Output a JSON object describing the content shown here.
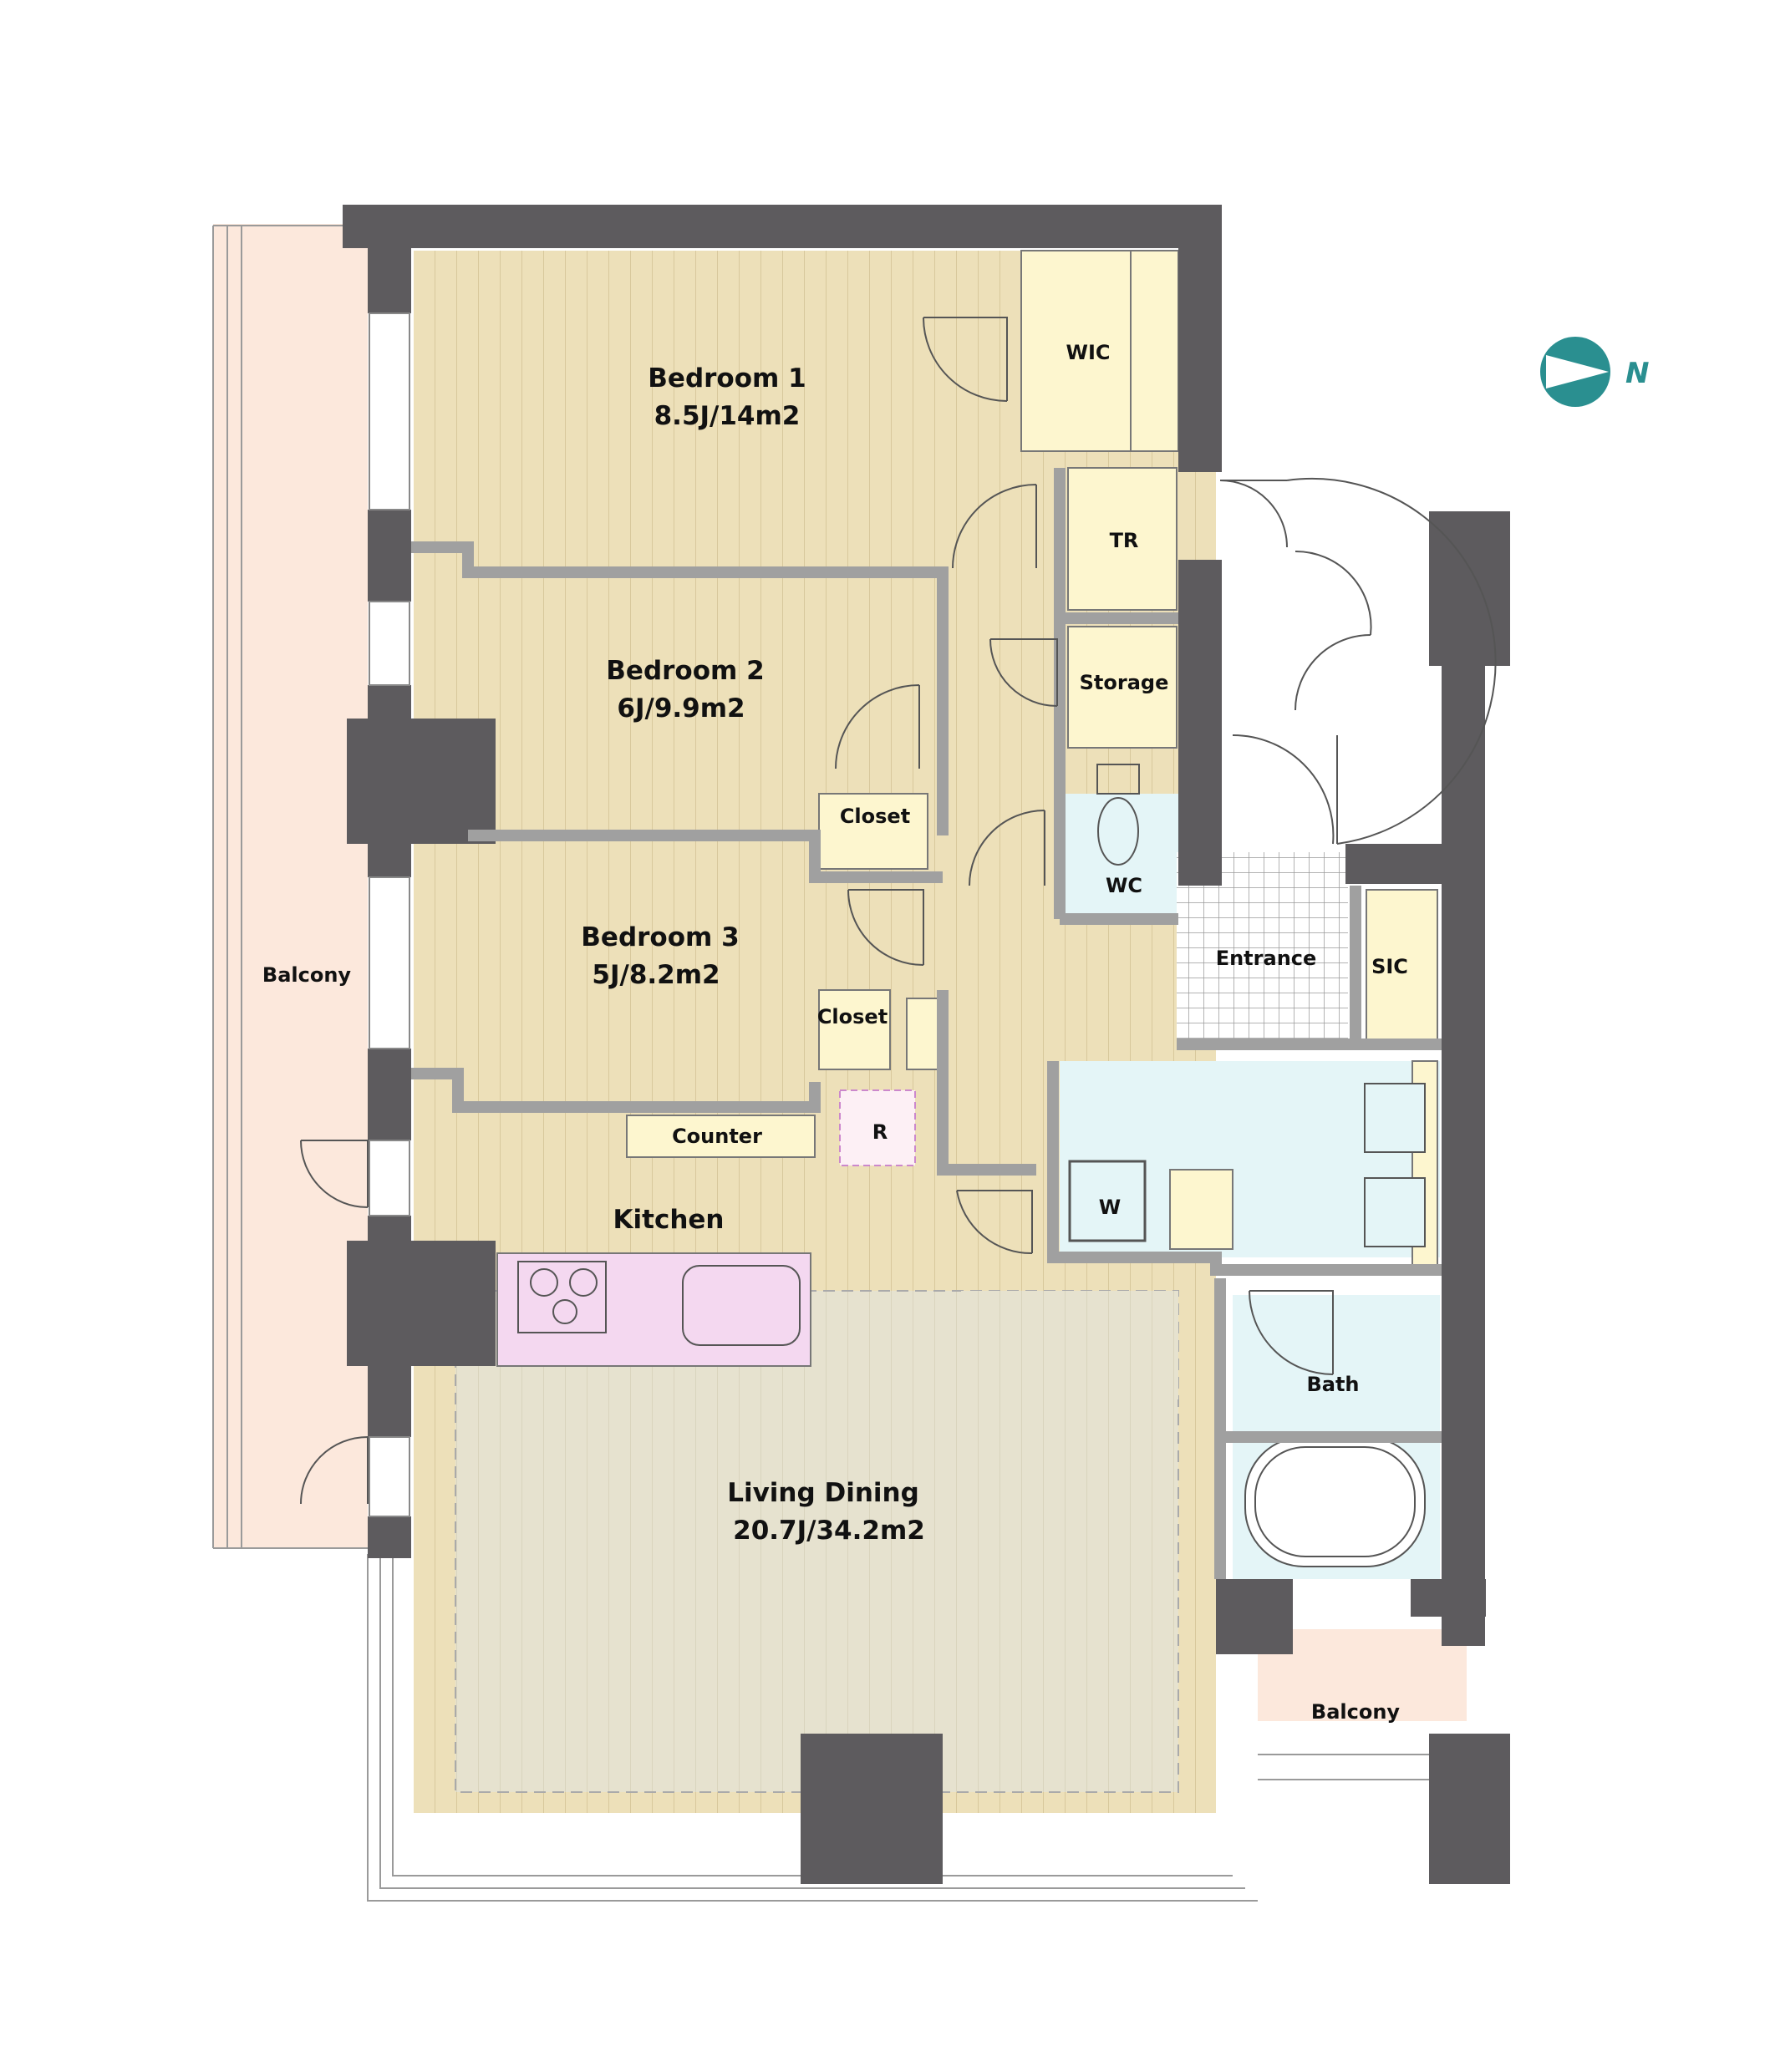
{
  "colors": {
    "wall": "#5d5b5e",
    "floor_wood": "#ede0b9",
    "floor_line": "#d8c89c",
    "rug": "#e6e2cf",
    "balcony": "#fce8dc",
    "closet": "#fdf6cf",
    "wet": "#e4f5f7",
    "kitchen": "#f4d8f0",
    "compass": "#2a8f90"
  },
  "rooms": {
    "bedroom1": {
      "name": "Bedroom 1",
      "size": "8.5J/14m2"
    },
    "bedroom2": {
      "name": "Bedroom 2",
      "size": "6J/9.9m2"
    },
    "bedroom3": {
      "name": "Bedroom 3",
      "size": "5J/8.2m2"
    },
    "living": {
      "name": "Living Dining",
      "size": "20.7J/34.2m2"
    },
    "kitchen": "Kitchen",
    "counter": "Counter",
    "wic": "WIC",
    "tr": "TR",
    "storage": "Storage",
    "closet1": "Closet",
    "closet2": "Closet",
    "wc": "WC",
    "entrance": "Entrance",
    "sic": "SIC",
    "refrigerator": "R",
    "washer": "W",
    "bath": "Bath",
    "balcony_west": "Balcony",
    "balcony_east": "Balcony"
  },
  "compass": {
    "label": "N",
    "icon": "north-arrow-icon"
  }
}
